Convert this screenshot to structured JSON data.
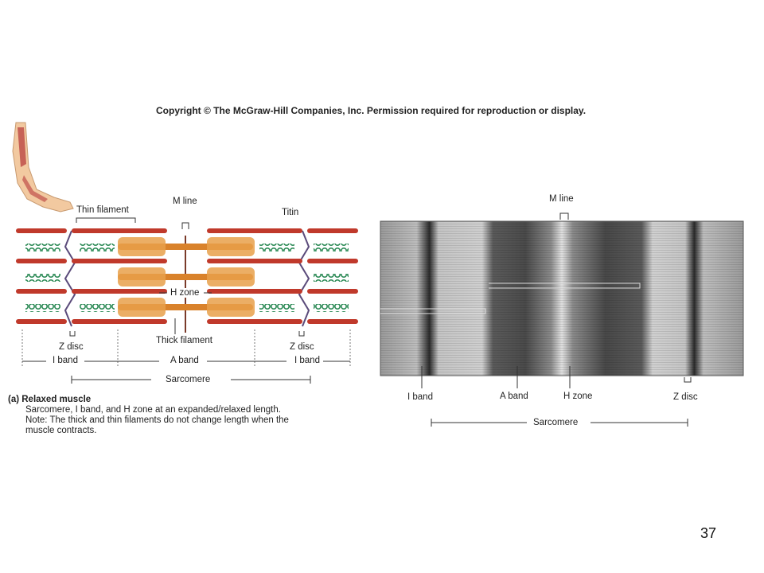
{
  "copyright": "Copyright © The McGraw-Hill Companies, Inc. Permission required for reproduction or display.",
  "slide_number": "37",
  "diagram": {
    "labels": {
      "thin_filament": "Thin filament",
      "m_line": "M line",
      "titin": "Titin",
      "h_zone": "H zone",
      "thick_filament": "Thick filament",
      "z_disc_left": "Z disc",
      "z_disc_right": "Z disc",
      "i_band_left": "I band",
      "a_band": "A band",
      "i_band_right": "I band",
      "sarcomere": "Sarcomere"
    },
    "caption": {
      "title": "(a) Relaxed muscle",
      "line1": "Sarcomere, I band, and H zone at an expanded/relaxed length.",
      "line2": "Note: The thick and thin filaments do not change length when the",
      "line3": "muscle contracts."
    }
  },
  "micrograph": {
    "labels": {
      "m_line": "M line",
      "i_band": "I band",
      "a_band": "A band",
      "h_zone": "H zone",
      "z_disc": "Z disc",
      "sarcomere": "Sarcomere"
    }
  },
  "colors": {
    "thick_filament": "#d9822b",
    "thin_filament_red": "#c0392b",
    "thin_filament_blue": "#3a5a9a",
    "titin_green": "#2e8b57",
    "z_disc": "#5a4a7a"
  }
}
